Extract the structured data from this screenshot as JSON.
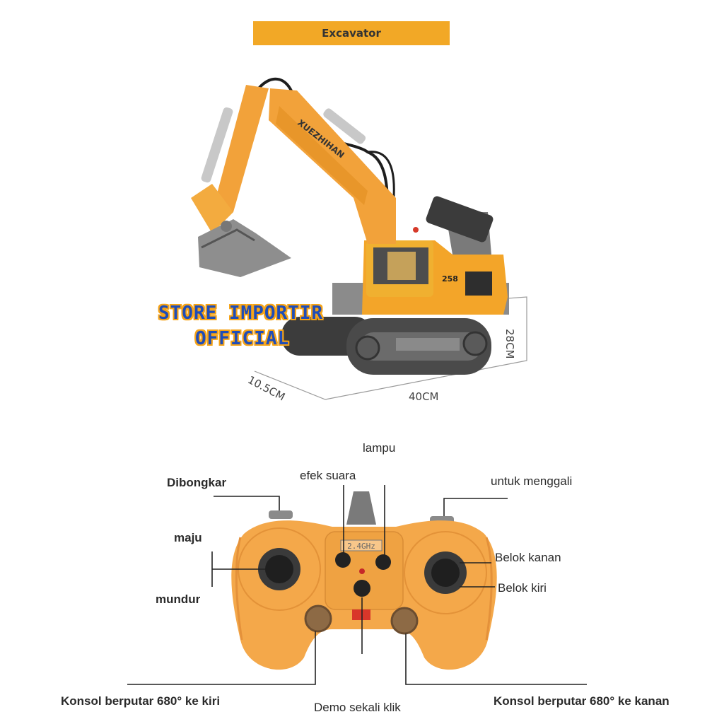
{
  "title": "Excavator",
  "watermark": {
    "line1": "STORE  IMPORTIR",
    "line2": "OFFICIAL"
  },
  "excavator": {
    "model_number": "258",
    "brand_text": "XUEZHIHAN"
  },
  "dimensions": {
    "height": "28CM",
    "length": "40CM",
    "width": "10.5CM"
  },
  "remote": {
    "badge": "2.4GHz",
    "labels": {
      "lampu": "lampu",
      "efek_suara": "efek suara",
      "dibongkar": "Dibongkar",
      "untuk_menggali": "untuk menggali",
      "maju": "maju",
      "mundur": "mundur",
      "belok_kanan": "Belok kanan",
      "belok_kiri": "Belok kiri",
      "konsol_kiri": "Konsol berputar 680° ke kiri",
      "konsol_kanan": "Konsol berputar 680° ke kanan",
      "demo": "Demo sekali klik"
    }
  },
  "colors": {
    "banner": "#f2a826",
    "body_yellow": "#f3a529",
    "remote_orange": "#f4a84a",
    "track_gray": "#4a4a4a",
    "watermark_blue": "#1f4db8"
  }
}
